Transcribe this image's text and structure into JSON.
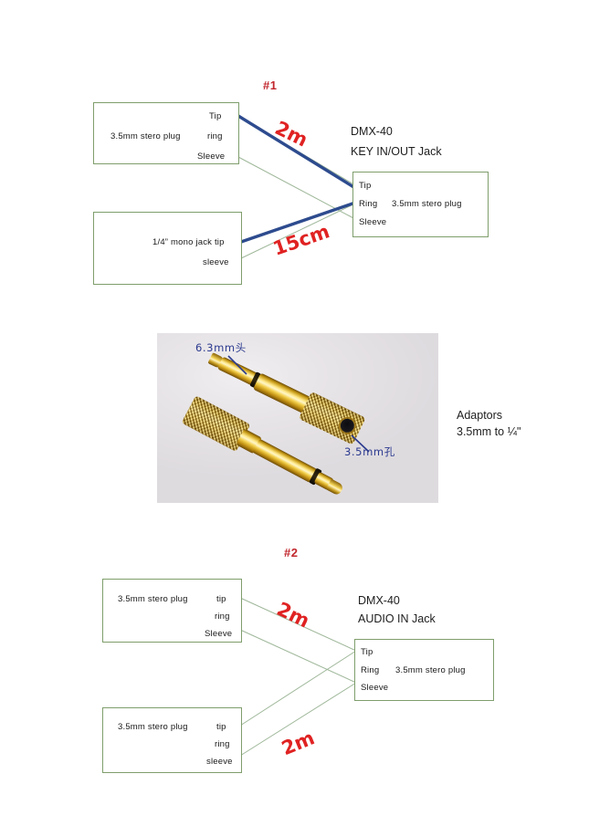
{
  "page": {
    "background": "#ffffff",
    "box_border_color": "#7f9e6c",
    "length_label_color": "#e02222",
    "annotation_color": "#2b3a8f"
  },
  "diagram1": {
    "tag": "#1",
    "device_header_line1": "DMX-40",
    "device_header_line2": "KEY IN/OUT Jack",
    "source_top": {
      "label": "3.5mm    stero    plug",
      "contacts": [
        "Tip",
        "ring",
        "Sleeve"
      ]
    },
    "source_bottom": {
      "label": "1/4” mono jack tip",
      "contacts": [
        "sleeve"
      ]
    },
    "device": {
      "contacts": [
        "Tip",
        "Ring",
        "Sleeve"
      ],
      "plug_note": "3.5mm stero plug"
    },
    "lengths": [
      "2m",
      "15cm"
    ]
  },
  "photo": {
    "caption_line1": "Adaptors",
    "caption_line2": "3.5mm to ¼\"",
    "annotations": [
      "6.3mm头",
      "3.5mm孔"
    ],
    "alt": "two gold 6.3mm to 3.5mm audio adaptors on a white surface"
  },
  "diagram2": {
    "tag": "#2",
    "device_header_line1": "DMX-40",
    "device_header_line2": "AUDIO IN Jack",
    "source_top": {
      "label": "3.5mm    stero    plug",
      "contacts": [
        "tip",
        "ring",
        "Sleeve"
      ]
    },
    "source_bottom": {
      "label": "3.5mm    stero    plug",
      "contacts": [
        "tip",
        "ring",
        "sleeve"
      ]
    },
    "device": {
      "contacts": [
        "Tip",
        "Ring",
        "Sleeve"
      ],
      "plug_note": "3.5mm stero plug"
    },
    "lengths": [
      "2m",
      "2m"
    ]
  }
}
